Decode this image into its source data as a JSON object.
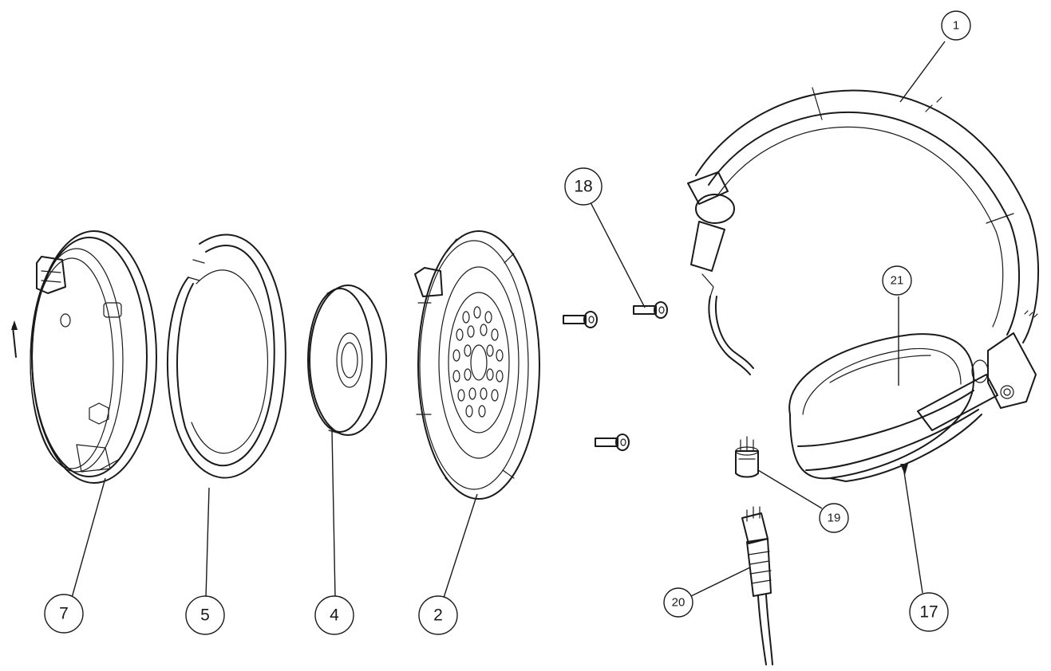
{
  "diagram": {
    "callouts": [
      {
        "id": "c1",
        "label": "1"
      },
      {
        "id": "c2",
        "label": "2"
      },
      {
        "id": "c4",
        "label": "4"
      },
      {
        "id": "c5",
        "label": "5"
      },
      {
        "id": "c7",
        "label": "7"
      },
      {
        "id": "c17",
        "label": "17"
      },
      {
        "id": "c18",
        "label": "18"
      },
      {
        "id": "c19",
        "label": "19"
      },
      {
        "id": "c20",
        "label": "20"
      },
      {
        "id": "c21",
        "label": "21"
      }
    ]
  }
}
